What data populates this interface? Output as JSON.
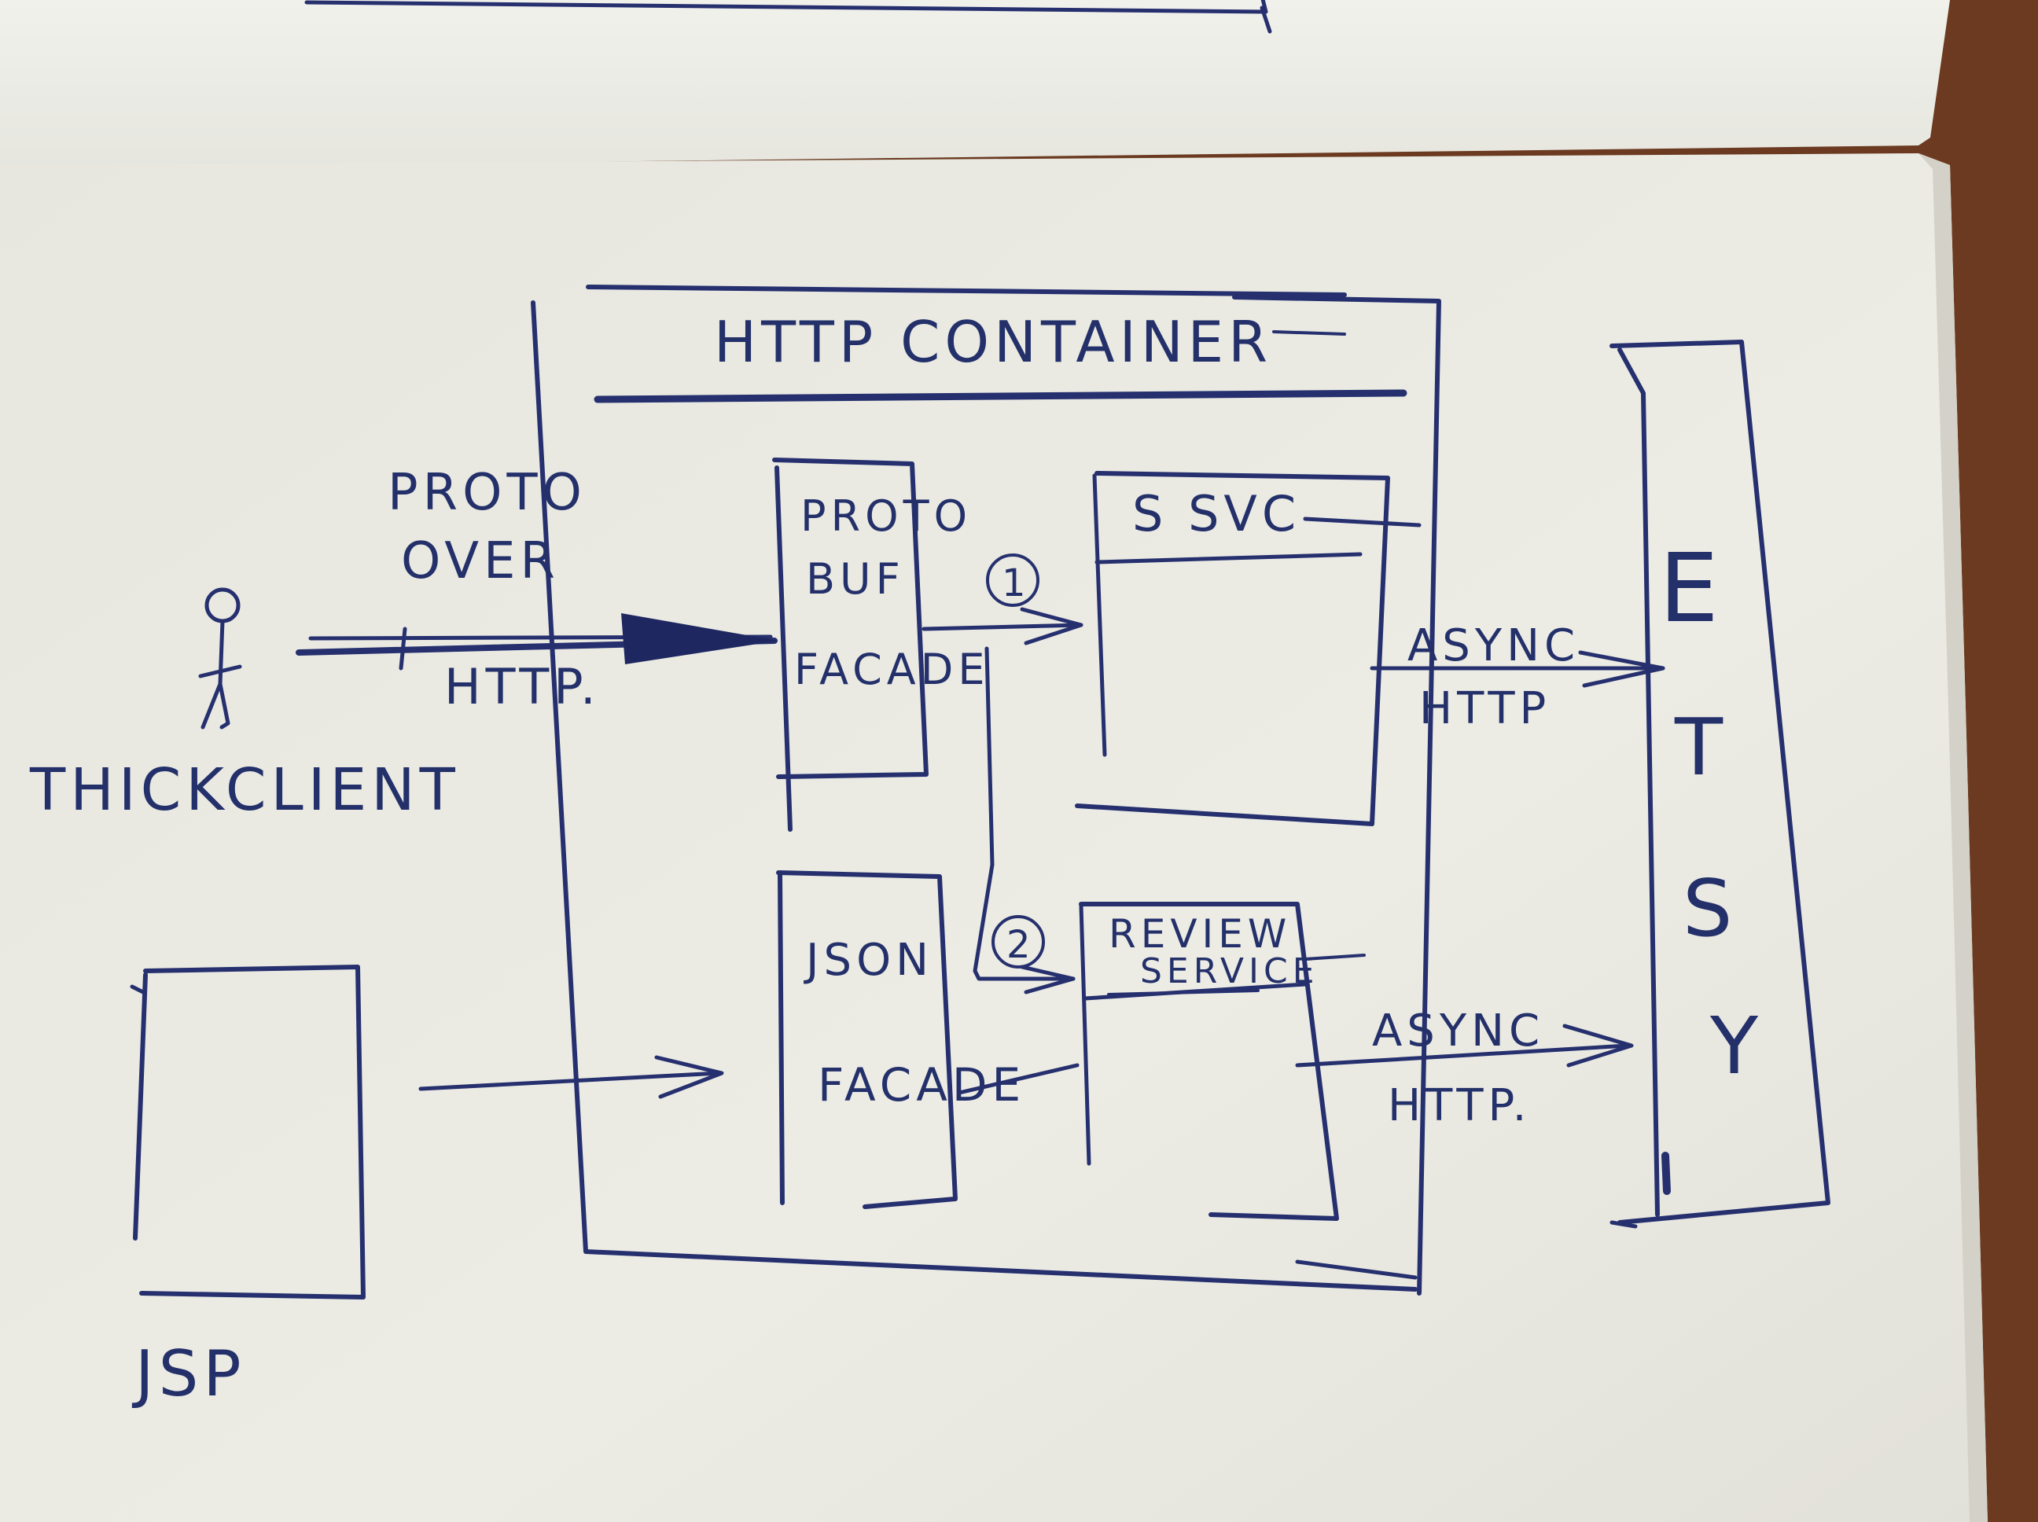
{
  "diagram": {
    "container_label": "HTTP CONTAINER",
    "client": {
      "label": "THICKCLIENT",
      "actor_icon": "stick-figure-icon",
      "protocol_lines": [
        "PROTO",
        "OVER",
        "HTTP."
      ]
    },
    "jsp": {
      "label": "JSP"
    },
    "facades": {
      "protobuf": [
        "PROTO",
        "BUF",
        "FACADE"
      ],
      "json": [
        "JSON",
        "FACADE"
      ]
    },
    "services": {
      "sbvc": "S SVC",
      "review": [
        "REVIEW",
        "SERVICE"
      ]
    },
    "step_markers": [
      "1",
      "2"
    ],
    "async_labels": {
      "top": [
        "ASYNC",
        "HTTP"
      ],
      "bottom": [
        "ASYNC",
        "HTTP."
      ]
    },
    "datastore": {
      "letters": [
        "E",
        "T",
        "S",
        "Y"
      ]
    },
    "colors": {
      "ink": "#26306e",
      "paper": "#ebebe4",
      "desk": "#6b3a20"
    }
  }
}
